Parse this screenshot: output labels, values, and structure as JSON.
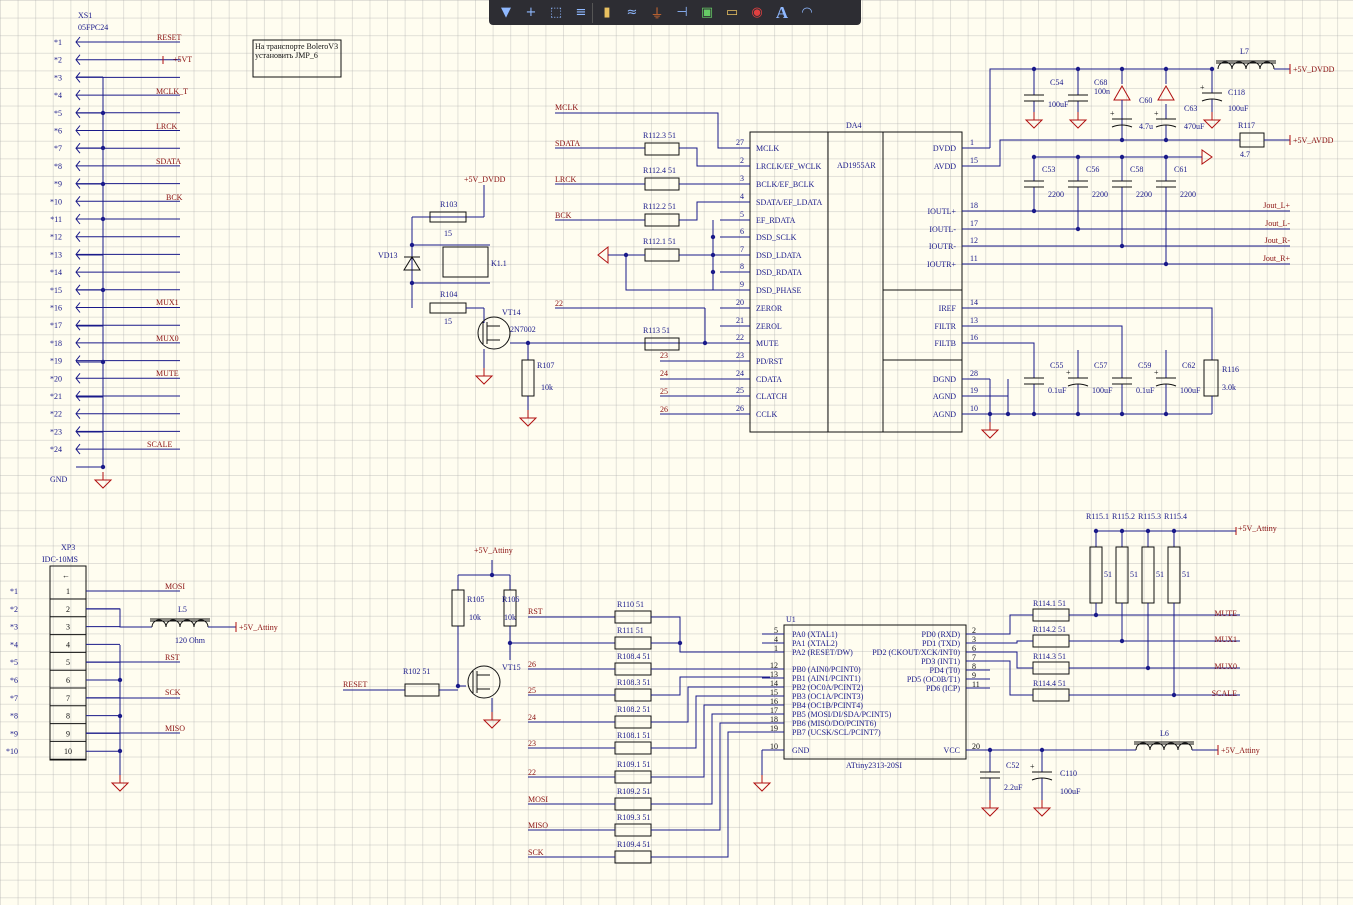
{
  "toolbar": {
    "icons": [
      "filter-icon",
      "cross-icon",
      "select-rect-icon",
      "align-icon",
      "component-icon",
      "bus-icon",
      "ground-icon",
      "pin-icon",
      "ic-icon",
      "port-icon",
      "power-port-icon",
      "text-icon",
      "arc-icon"
    ],
    "text_tool_label": "A"
  },
  "note": {
    "line1": "На транспорте BoleroV3",
    "line2": "установить JMP_6"
  },
  "xs1": {
    "ref": "XS1",
    "part": "05FPC24",
    "gnd": "GND",
    "pins": [
      "*1",
      "*2",
      "*3",
      "*4",
      "*5",
      "*6",
      "*7",
      "*8",
      "*9",
      "*10",
      "*11",
      "*12",
      "*13",
      "*14",
      "*15",
      "*16",
      "*17",
      "*18",
      "*19",
      "*20",
      "*21",
      "*22",
      "*23",
      "*24"
    ],
    "nets": {
      "reset": "RESET",
      "vt": "+5VT",
      "mclk": "MCLK_T",
      "lrck": "LRCK",
      "sdata": "SDATA",
      "bck": "BCK",
      "mux1": "MUX1",
      "mux0": "MUX0",
      "mute": "MUTE",
      "scale": "SCALE"
    }
  },
  "relay": {
    "supply": "+5V_DVDD",
    "r103": "R103",
    "r103v": "15",
    "r104": "R104",
    "r104v": "15",
    "vd": "VD13",
    "k": "K1.1",
    "vt": "VT14",
    "vtpart": "2N7002",
    "r107": "R107",
    "r107v": "10k",
    "n22": "22"
  },
  "da4": {
    "ref": "DA4",
    "part": "AD1955AR",
    "left_pins": [
      [
        "27",
        "MCLK"
      ],
      [
        "2",
        "LRCLK/EF_WCLK"
      ],
      [
        "3",
        "BCLK/EF_BCLK"
      ],
      [
        "4",
        "SDATA/EF_LDATA"
      ],
      [
        "5",
        "EF_RDATA"
      ],
      [
        "6",
        "DSD_SCLK"
      ],
      [
        "7",
        "DSD_LDATA"
      ],
      [
        "8",
        "DSD_RDATA"
      ],
      [
        "9",
        "DSD_PHASE"
      ],
      [
        "20",
        "ZEROR"
      ],
      [
        "21",
        "ZEROL"
      ],
      [
        "22",
        "MUTE"
      ],
      [
        "23",
        "PD/RST"
      ],
      [
        "24",
        "CDATA"
      ],
      [
        "25",
        "CLATCH"
      ],
      [
        "26",
        "CCLK"
      ]
    ],
    "right_pins": [
      [
        "1",
        "DVDD"
      ],
      [
        "15",
        "AVDD"
      ],
      [
        "18",
        "IOUTL+"
      ],
      [
        "17",
        "IOUTL-"
      ],
      [
        "12",
        "IOUTR-"
      ],
      [
        "11",
        "IOUTR+"
      ],
      [
        "14",
        "IREF"
      ],
      [
        "13",
        "FILTR"
      ],
      [
        "16",
        "FILTB"
      ],
      [
        "28",
        "DGND"
      ],
      [
        "19",
        "AGND"
      ],
      [
        "10",
        "AGND"
      ]
    ],
    "in_nets": {
      "mclk": "MCLK",
      "sdata": "SDATA",
      "lrck": "LRCK",
      "bck": "BCK",
      "n23": "23",
      "n24": "24",
      "n25": "25",
      "n26": "26"
    },
    "res": [
      [
        "R112.3",
        "51"
      ],
      [
        "R112.4",
        "51"
      ],
      [
        "R112.2",
        "51"
      ],
      [
        "R112.1",
        "51"
      ],
      [
        "R113",
        "51"
      ]
    ],
    "outs": [
      "Jout_L+",
      "Jout_L-",
      "Jout_R-",
      "Jout_R+"
    ]
  },
  "power": {
    "l7": "L7",
    "dvdd": "+5V_DVDD",
    "avdd": "+5V_AVDD",
    "r117": "R117",
    "r117v": "4.7",
    "caps_top": [
      [
        "C54",
        "100uF"
      ],
      [
        "C68",
        "100n"
      ],
      [
        "C60",
        "4.7u"
      ],
      [
        "C63",
        "470uF"
      ],
      [
        "C118",
        "100uF"
      ]
    ],
    "caps_mid": [
      [
        "C53",
        "2200"
      ],
      [
        "C56",
        "2200"
      ],
      [
        "C58",
        "2200"
      ],
      [
        "C61",
        "2200"
      ]
    ],
    "caps_bot": [
      [
        "C55",
        "0.1uF"
      ],
      [
        "C57",
        "100uF"
      ],
      [
        "C59",
        "0.1uF"
      ],
      [
        "C62",
        "100uF"
      ]
    ],
    "r116": "R116",
    "r116v": "3.0k"
  },
  "xp3": {
    "ref": "XP3",
    "part": "IDC-10MS",
    "pins_ext": [
      "*1",
      "*2",
      "*3",
      "*4",
      "*5",
      "*6",
      "*7",
      "*8",
      "*9",
      "*10"
    ],
    "pins": [
      "1",
      "2",
      "3",
      "4",
      "5",
      "6",
      "7",
      "8",
      "9",
      "10"
    ],
    "nets": {
      "mosi": "MOSI",
      "rst": "RST",
      "sck": "SCK",
      "miso": "MISO"
    },
    "l5": "L5",
    "l5v": "120 Ohm",
    "supply": "+5V_Attiny"
  },
  "mcu_block": {
    "supply": "+5V_Attiny",
    "r105": "R105",
    "r105v": "10k",
    "r106": "R106",
    "r106v": "10k",
    "vt15": "VT15",
    "r102": "R102",
    "r102v": "51",
    "reset": "RESET",
    "rst": "RST",
    "res": [
      [
        "R110",
        "51"
      ],
      [
        "R111",
        "51"
      ],
      [
        "R108.4",
        "51"
      ],
      [
        "R108.3",
        "51"
      ],
      [
        "R108.2",
        "51"
      ],
      [
        "R108.1",
        "51"
      ],
      [
        "R109.1",
        "51"
      ],
      [
        "R109.2",
        "51"
      ],
      [
        "R109.3",
        "51"
      ],
      [
        "R109.4",
        "51"
      ]
    ],
    "in_nets": [
      "26",
      "25",
      "24",
      "23",
      "22",
      "MOSI",
      "MISO",
      "SCK"
    ]
  },
  "u1": {
    "ref": "U1",
    "part": "ATtiny2313-20SI",
    "left": [
      [
        "5",
        "PA0 (XTAL1)"
      ],
      [
        "4",
        "PA1 (XTAL2)"
      ],
      [
        "1",
        "PA2 (RESET/DW)"
      ],
      [
        "12",
        "PB0 (AIN0/PCINT0)"
      ],
      [
        "13",
        "PB1 (AIN1/PCINT1)"
      ],
      [
        "14",
        "PB2 (OC0A/PCINT2)"
      ],
      [
        "15",
        "PB3 (OC1A/PCINT3)"
      ],
      [
        "16",
        "PB4 (OC1B/PCINT4)"
      ],
      [
        "17",
        "PB5 (MOSI/DI/SDA/PCINT5)"
      ],
      [
        "18",
        "PB6 (MISO/DO/PCINT6)"
      ],
      [
        "19",
        "PB7 (UCSK/SCL/PCINT7)"
      ],
      [
        "10",
        "GND"
      ]
    ],
    "right": [
      [
        "2",
        "PD0 (RXD)"
      ],
      [
        "3",
        "PD1 (TXD)"
      ],
      [
        "6",
        "PD2 (CKOUT/XCK/INT0)"
      ],
      [
        "7",
        "PD3 (INT1)"
      ],
      [
        "8",
        "PD4 (T0)"
      ],
      [
        "9",
        "PD5 (OC0B/T1)"
      ],
      [
        "11",
        "PD6 (ICP)"
      ],
      [
        "20",
        "VCC"
      ]
    ]
  },
  "u1_out": {
    "rp": [
      [
        "R115.1",
        "51"
      ],
      [
        "R115.2",
        "51"
      ],
      [
        "R115.3",
        "51"
      ],
      [
        "R115.4",
        "51"
      ]
    ],
    "supply": "+5V_Attiny",
    "rs": [
      [
        "R114.1",
        "51"
      ],
      [
        "R114.2",
        "51"
      ],
      [
        "R114.3",
        "51"
      ],
      [
        "R114.4",
        "51"
      ]
    ],
    "nets": [
      "MUTE",
      "MUX1",
      "MUX0",
      "SCALE"
    ],
    "l6": "L6",
    "c52": "C52",
    "c52v": "2.2uF",
    "c110": "C110",
    "c110v": "100uF",
    "vcc_supply": "+5V_Attiny"
  }
}
